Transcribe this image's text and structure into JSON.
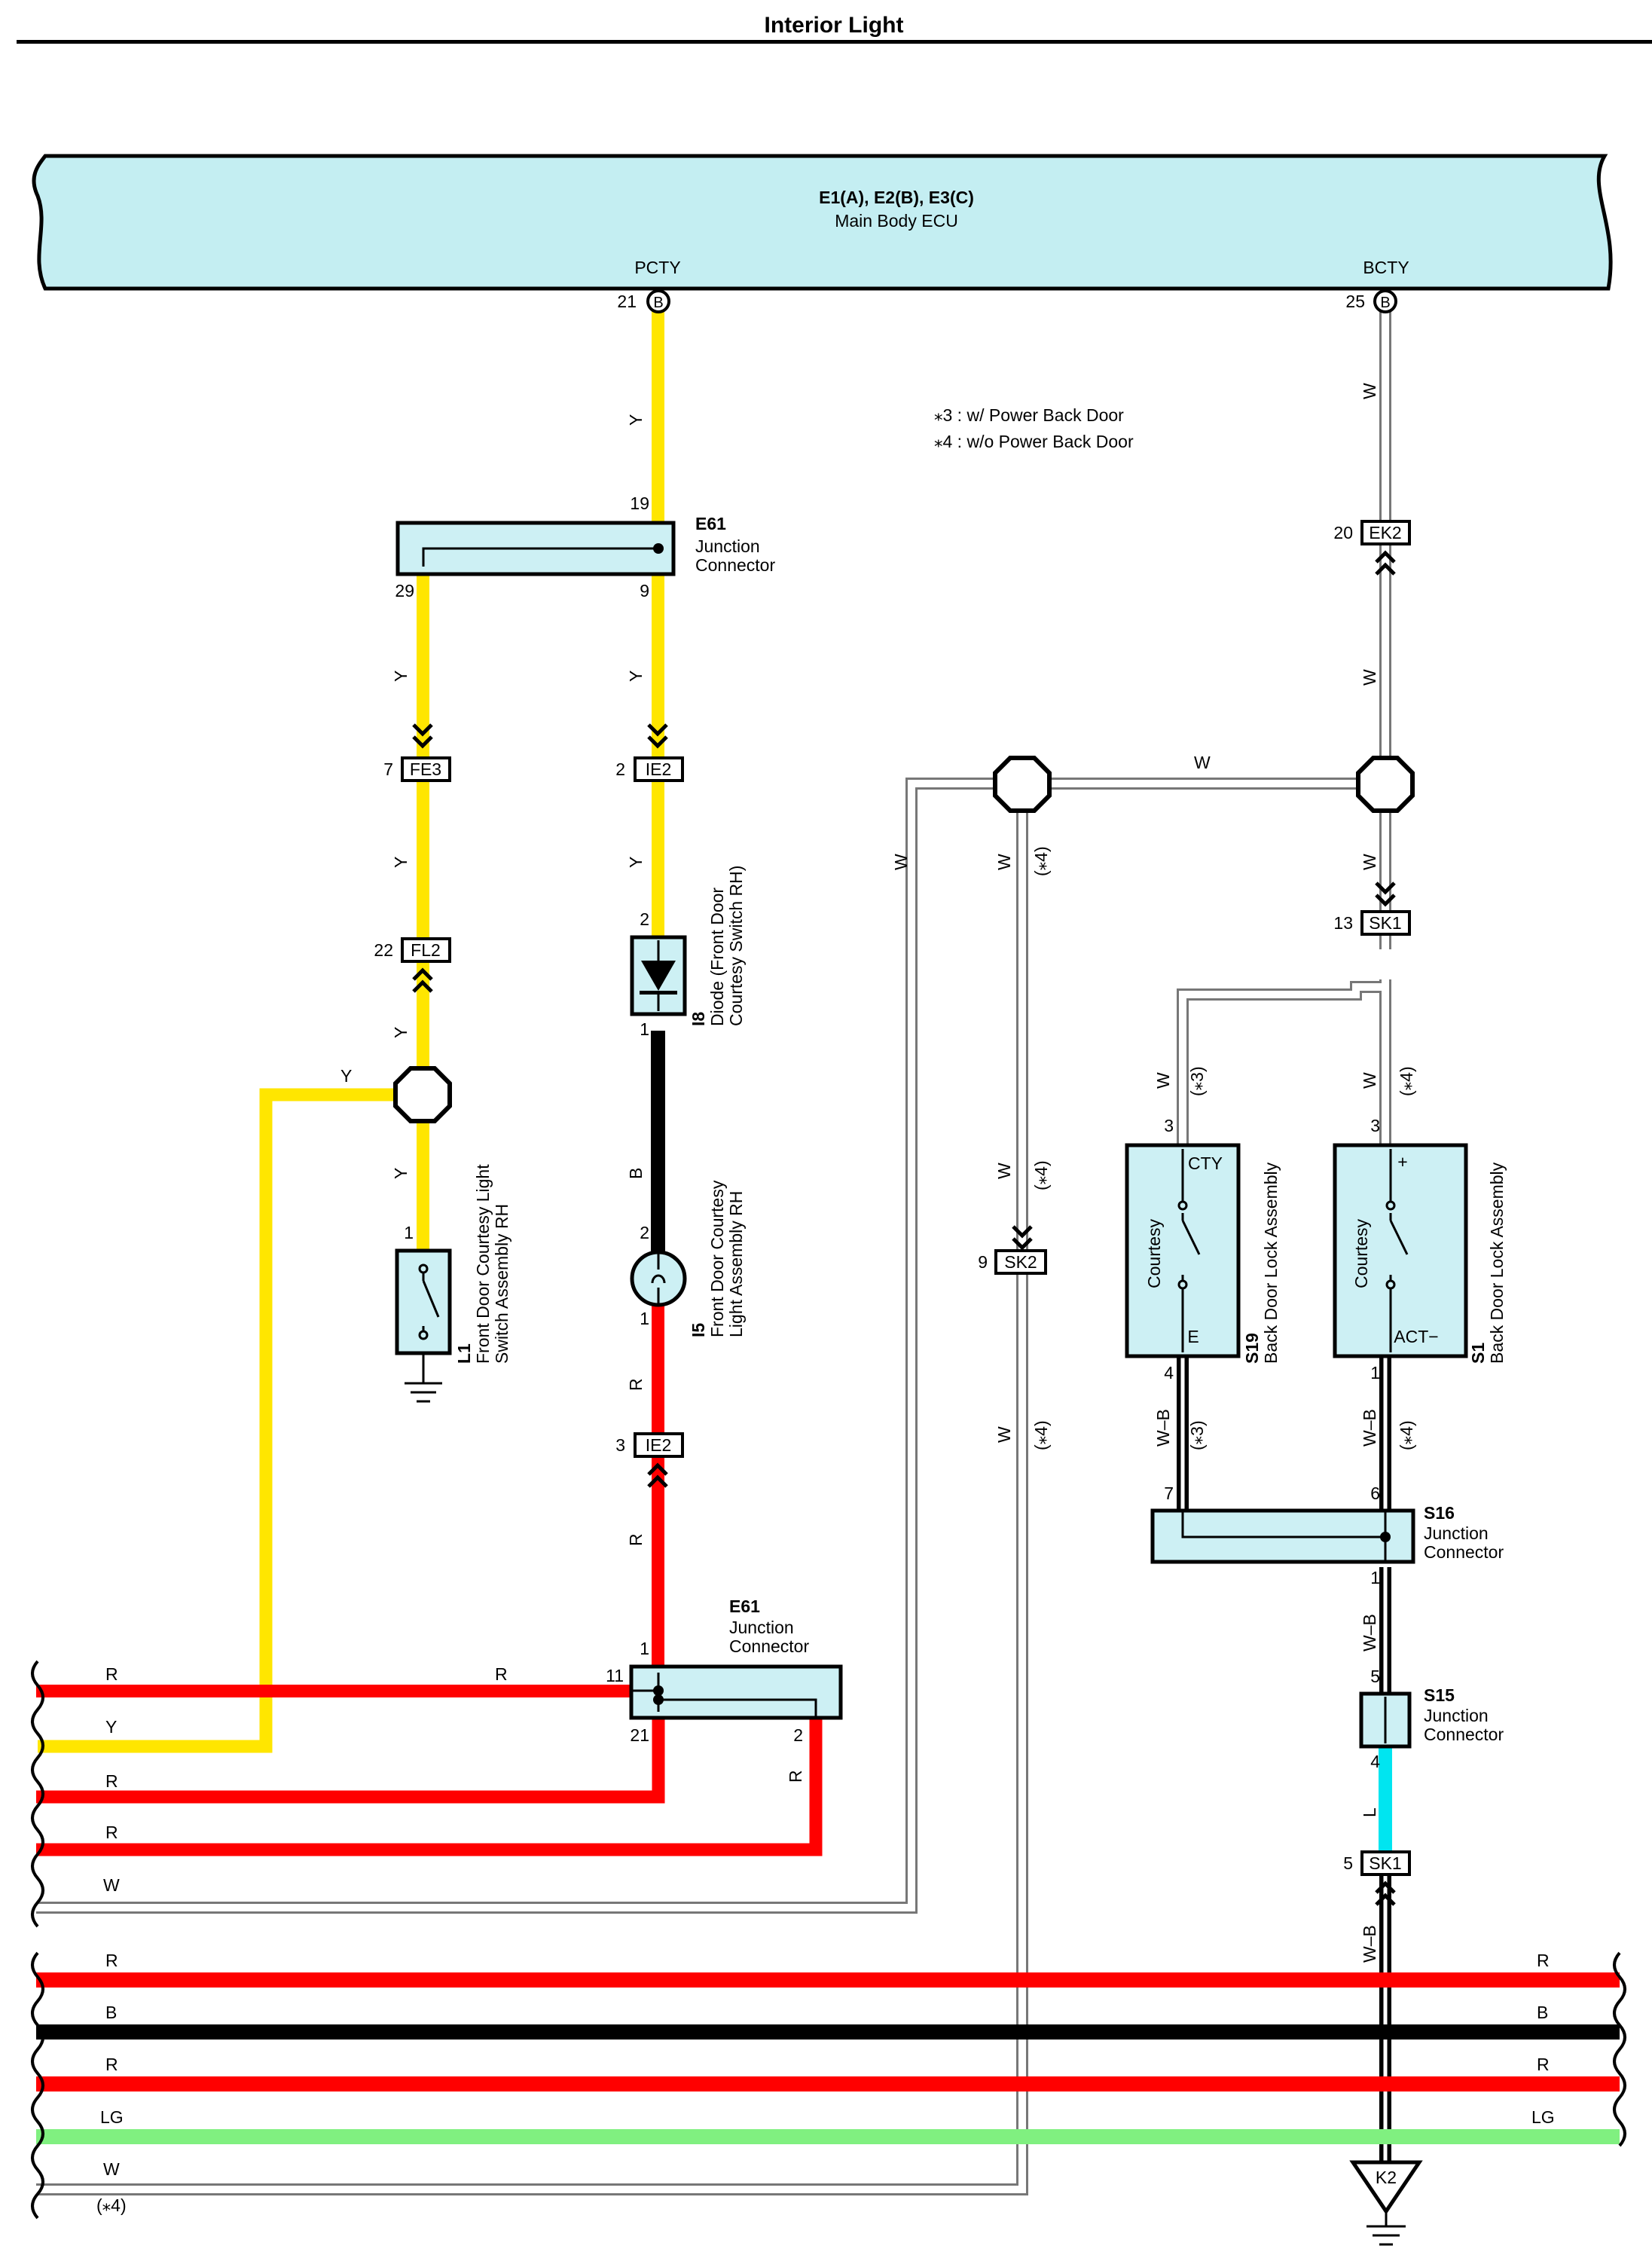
{
  "page_title": "Interior Light",
  "colors": {
    "Y": "#ffe600",
    "R": "#ff0000",
    "B": "#000000",
    "W": "#ffffff",
    "LG": "#80f080",
    "L": "#00e5f0",
    "ecu_fill": "#c4eef2",
    "box_fill": "#cdf0f4"
  },
  "ecu": {
    "connectors": "E1(A), E2(B), E3(C)",
    "name": "Main Body ECU",
    "term_left_name": "PCTY",
    "term_left_pin": "21",
    "term_left_conn": "B",
    "term_right_name": "BCTY",
    "term_right_pin": "25",
    "term_right_conn": "B"
  },
  "notes": {
    "note1": "⁎3 : w/ Power Back Door",
    "note2": "⁎4 : w/o Power Back Door"
  },
  "e61_top": {
    "code": "E61",
    "line1": "Junction",
    "line2": "Connector",
    "pin_in": "19",
    "pin_left": "29",
    "pin_right": "9"
  },
  "e61_bottom": {
    "code": "E61",
    "line1": "Junction",
    "line2": "Connector",
    "pin_top": "1",
    "pin_left": "11",
    "pin_bottom_left": "21",
    "pin_bottom_right": "2"
  },
  "connectors": {
    "fe3": {
      "pin": "7",
      "name": "FE3"
    },
    "ie2_top": {
      "pin": "2",
      "name": "IE2"
    },
    "fl2": {
      "pin": "22",
      "name": "FL2"
    },
    "ie2_bottom": {
      "pin": "3",
      "name": "IE2"
    },
    "ek2": {
      "pin": "20",
      "name": "EK2"
    },
    "sk1_top": {
      "pin": "13",
      "name": "SK1"
    },
    "sk2": {
      "pin": "9",
      "name": "SK2"
    },
    "sk1_bottom": {
      "pin": "5",
      "name": "SK1"
    },
    "ground": {
      "name": "K2"
    }
  },
  "components": {
    "l1": {
      "code": "L1",
      "line1": "Front Door Courtesy Light",
      "line2": "Switch Assembly RH",
      "pin": "1"
    },
    "i8": {
      "code": "I8",
      "line1": "Diode (Front Door",
      "line2": "Courtesy Switch RH)",
      "pin_top": "2",
      "pin_bottom": "1"
    },
    "i5": {
      "code": "I5",
      "line1": "Front Door Courtesy",
      "line2": "Light Assembly RH",
      "pin_top": "2",
      "pin_bottom": "1"
    },
    "s19": {
      "code": "S19",
      "name": "Back Door Lock Assembly",
      "inner": "Courtesy",
      "term_top": "CTY",
      "term_bottom": "E",
      "pin_top": "3",
      "pin_bottom": "4"
    },
    "s1": {
      "code": "S1",
      "name": "Back Door Lock Assembly",
      "inner": "Courtesy",
      "term_top": "+",
      "term_bottom": "ACT−",
      "pin_top": "3",
      "pin_bottom": "1"
    },
    "s16": {
      "code": "S16",
      "line1": "Junction",
      "line2": "Connector",
      "pin_left": "7",
      "pin_right": "6",
      "pin_bottom": "1"
    },
    "s15": {
      "code": "S15",
      "line1": "Junction",
      "line2": "Connector",
      "pin_top": "5",
      "pin_bottom": "4"
    }
  },
  "wire_labels": {
    "Y": "Y",
    "R": "R",
    "B": "B",
    "W": "W",
    "LG": "LG",
    "L": "L",
    "WB": "W–B",
    "n3": "(⁎3)",
    "n4": "(⁎4)"
  },
  "harness_left": [
    "R",
    "Y",
    "R",
    "R",
    "W"
  ],
  "harness_bottom_left": [
    "R",
    "B",
    "R",
    "LG",
    "W"
  ],
  "harness_bottom_right": [
    "R",
    "B",
    "R",
    "LG"
  ],
  "harness_bottom_note": "(⁎4)"
}
